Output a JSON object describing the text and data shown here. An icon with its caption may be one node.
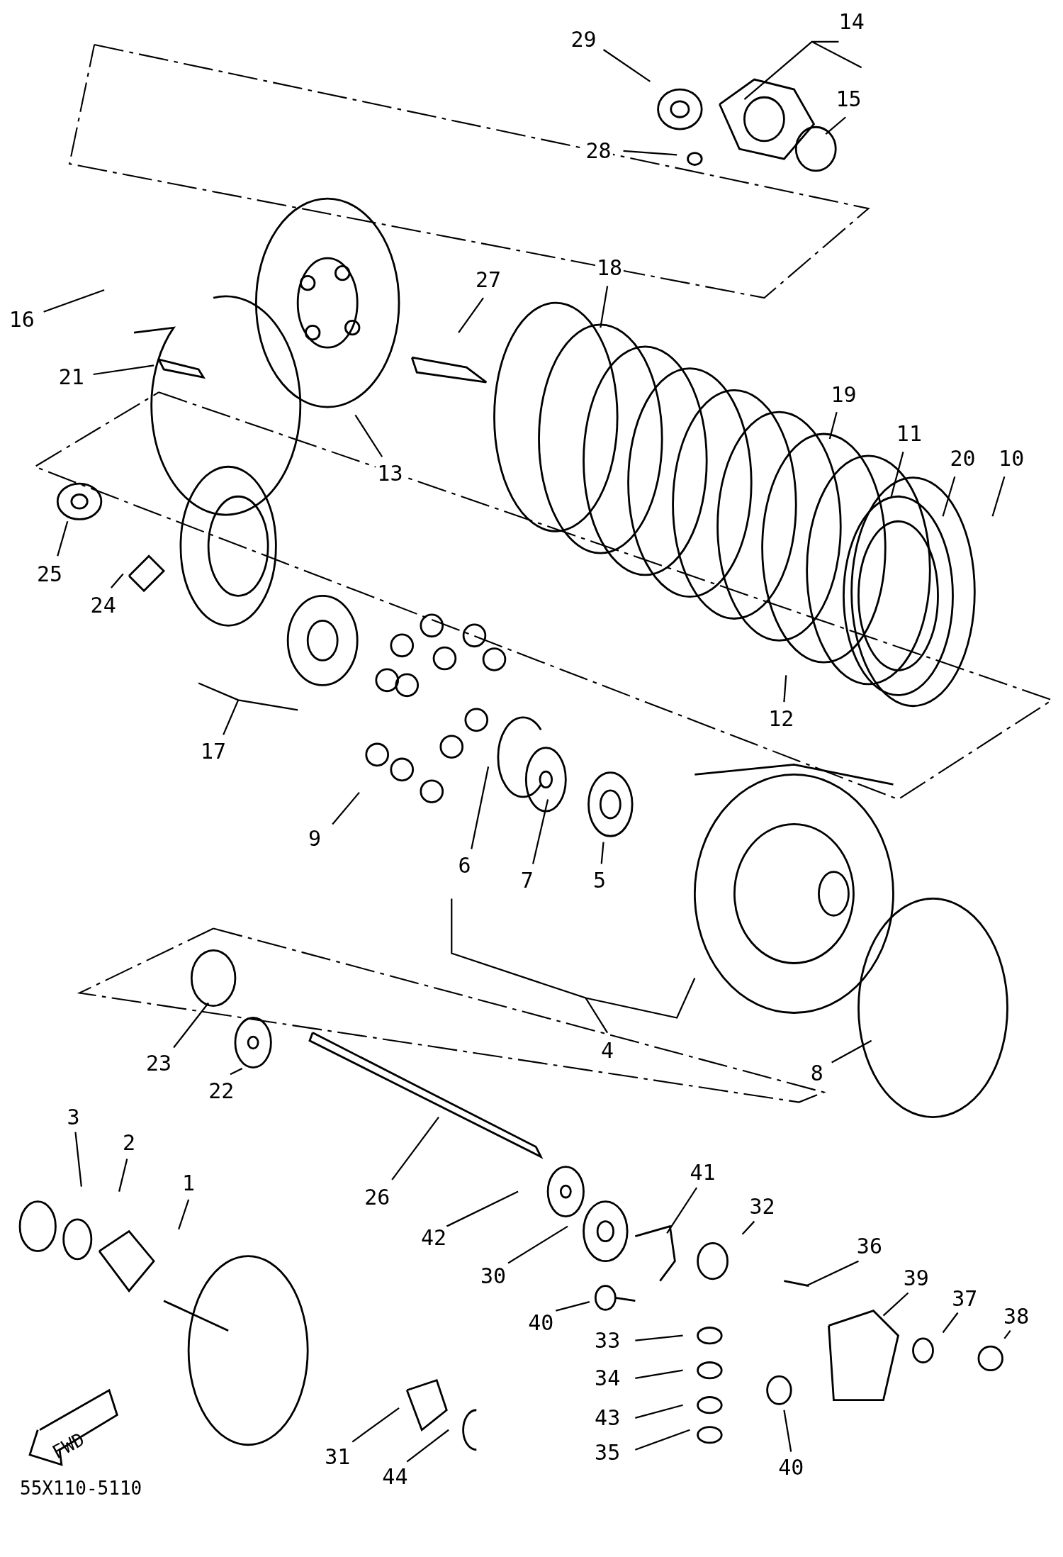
{
  "diagram": {
    "nodes": [
      {
        "text": [
          "29"
        ]
      },
      {
        "text": [
          "14"
        ]
      },
      {
        "text": [
          "28"
        ]
      },
      {
        "text": [
          "15"
        ]
      },
      {
        "text": [
          "16"
        ]
      },
      {
        "text": [
          "21"
        ]
      },
      {
        "text": [
          "27"
        ]
      },
      {
        "text": [
          "18"
        ]
      },
      {
        "text": [
          "13"
        ]
      },
      {
        "text": [
          "19"
        ]
      },
      {
        "text": [
          "11"
        ]
      },
      {
        "text": [
          "20"
        ]
      },
      {
        "text": [
          "10"
        ]
      },
      {
        "text": [
          "25"
        ]
      },
      {
        "text": [
          "24"
        ]
      },
      {
        "text": [
          "17"
        ]
      },
      {
        "text": [
          "12"
        ]
      },
      {
        "text": [
          "9"
        ]
      },
      {
        "text": [
          "6"
        ]
      },
      {
        "text": [
          "7"
        ]
      },
      {
        "text": [
          "5"
        ]
      },
      {
        "text": [
          "4"
        ]
      },
      {
        "text": [
          "8"
        ]
      },
      {
        "text": [
          "23"
        ]
      },
      {
        "text": [
          "22"
        ]
      },
      {
        "text": [
          "26"
        ]
      },
      {
        "text": [
          "3"
        ]
      },
      {
        "text": [
          "2"
        ]
      },
      {
        "text": [
          "1"
        ]
      },
      {
        "text": [
          "42"
        ]
      },
      {
        "text": [
          "30"
        ]
      },
      {
        "text": [
          "41"
        ]
      },
      {
        "text": [
          "32"
        ]
      },
      {
        "text": [
          "36"
        ]
      },
      {
        "text": [
          "39"
        ]
      },
      {
        "text": [
          "40"
        ]
      },
      {
        "text": [
          "33"
        ]
      },
      {
        "text": [
          "34"
        ]
      },
      {
        "text": [
          "43"
        ]
      },
      {
        "text": [
          "35"
        ]
      },
      {
        "text": [
          "37"
        ]
      },
      {
        "text": [
          "38"
        ]
      },
      {
        "text": [
          "40"
        ]
      },
      {
        "text": [
          "31"
        ]
      },
      {
        "text": [
          "44"
        ]
      }
    ],
    "edges": [
      {
        "from": 0,
        "to": null,
        "arrow": "none"
      },
      {
        "from": 1,
        "to": null,
        "arrow": "none"
      },
      {
        "from": 2,
        "to": null,
        "arrow": "none"
      },
      {
        "from": 3,
        "to": null,
        "arrow": "none"
      },
      {
        "from": 4,
        "to": null,
        "arrow": "none"
      },
      {
        "from": 5,
        "to": null,
        "arrow": "none"
      },
      {
        "from": 6,
        "to": null,
        "arrow": "none"
      },
      {
        "from": 7,
        "to": null,
        "arrow": "none"
      },
      {
        "from": 8,
        "to": null,
        "arrow": "none"
      },
      {
        "from": 9,
        "to": null,
        "arrow": "none"
      },
      {
        "from": 10,
        "to": null,
        "arrow": "none"
      },
      {
        "from": 11,
        "to": null,
        "arrow": "none"
      },
      {
        "from": 12,
        "to": null,
        "arrow": "none"
      },
      {
        "from": 13,
        "to": null,
        "arrow": "none"
      },
      {
        "from": 14,
        "to": null,
        "arrow": "none"
      },
      {
        "from": 15,
        "to": null,
        "arrow": "none"
      },
      {
        "from": 16,
        "to": null,
        "arrow": "none"
      },
      {
        "from": 17,
        "to": null,
        "arrow": "none"
      },
      {
        "from": 18,
        "to": null,
        "arrow": "none"
      },
      {
        "from": 19,
        "to": null,
        "arrow": "none"
      },
      {
        "from": 20,
        "to": null,
        "arrow": "none"
      },
      {
        "from": 21,
        "to": null,
        "arrow": "none"
      },
      {
        "from": 22,
        "to": null,
        "arrow": "none"
      },
      {
        "from": 23,
        "to": null,
        "arrow": "none"
      },
      {
        "from": 24,
        "to": null,
        "arrow": "none"
      },
      {
        "from": 25,
        "to": null,
        "arrow": "none"
      },
      {
        "from": 26,
        "to": null,
        "arrow": "none"
      },
      {
        "from": 27,
        "to": null,
        "arrow": "none"
      },
      {
        "from": 28,
        "to": null,
        "arrow": "none"
      },
      {
        "from": 29,
        "to": null,
        "arrow": "none"
      },
      {
        "from": 30,
        "to": null,
        "arrow": "none"
      },
      {
        "from": 31,
        "to": null,
        "arrow": "none"
      },
      {
        "from": 32,
        "to": null,
        "arrow": "none"
      },
      {
        "from": 33,
        "to": null,
        "arrow": "none"
      },
      {
        "from": 34,
        "to": null,
        "arrow": "none"
      },
      {
        "from": 35,
        "to": null,
        "arrow": "none"
      },
      {
        "from": 36,
        "to": null,
        "arrow": "none"
      },
      {
        "from": 37,
        "to": null,
        "arrow": "none"
      },
      {
        "from": 38,
        "to": null,
        "arrow": "none"
      },
      {
        "from": 39,
        "to": null,
        "arrow": "none"
      },
      {
        "from": 40,
        "to": null,
        "arrow": "none"
      },
      {
        "from": 41,
        "to": null,
        "arrow": "none"
      },
      {
        "from": 42,
        "to": null,
        "arrow": "none"
      },
      {
        "from": 43,
        "to": null,
        "arrow": "none"
      },
      {
        "from": 44,
        "to": null,
        "arrow": "none"
      }
    ],
    "labels": [
      "FWD",
      "55X110-5110"
    ]
  }
}
